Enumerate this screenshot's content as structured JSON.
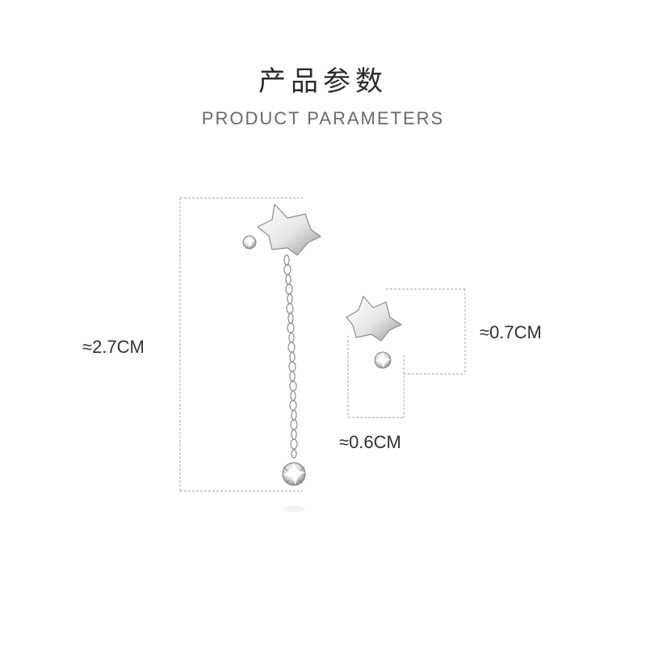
{
  "header": {
    "title_cn": "产品参数",
    "title_en": "PRODUCT PARAMETERS"
  },
  "dimensions": {
    "long_earring_length": "≈2.7CM",
    "stud_height": "≈0.7CM",
    "stud_width": "≈0.6CM"
  },
  "colors": {
    "guide_line": "#b5b5b5",
    "silver_light": "#f4f4f4",
    "silver_dark": "#8e8e8e"
  },
  "icons": {
    "long_earring": "star-chain-earring-icon",
    "stud_earring": "star-stud-earring-icon"
  }
}
